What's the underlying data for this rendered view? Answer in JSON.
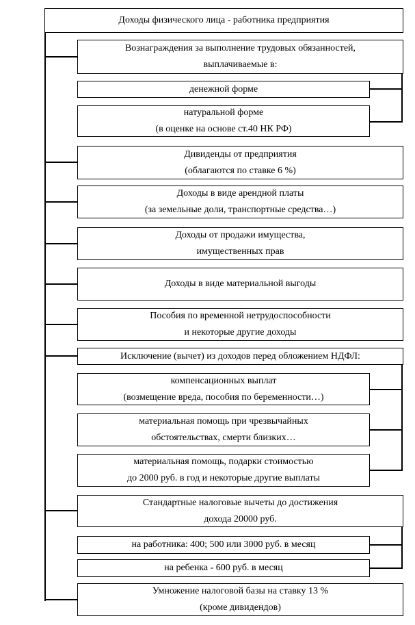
{
  "diagram": {
    "title": "Доходы физического лица - работника предприятия",
    "colors": {
      "line": "#000000",
      "background": "#ffffff",
      "text": "#000000"
    },
    "boxes": [
      {
        "name": "personal-income",
        "lines": [
          "Доходы физического лица - работника предприятия"
        ]
      },
      {
        "name": "remuneration",
        "lines": [
          "Вознаграждения за выполнение трудовых обязанностей,",
          "выплачиваемые в:"
        ]
      },
      {
        "name": "cash-form",
        "lines": [
          "денежной форме"
        ]
      },
      {
        "name": "in-kind-form",
        "lines": [
          "натуральной форме",
          "(в оценке на основе ст.40 НК РФ)"
        ]
      },
      {
        "name": "dividends",
        "lines": [
          "Дивиденды от предприятия",
          "(облагаются по ставке 6 %)"
        ]
      },
      {
        "name": "rent-income",
        "lines": [
          "Доходы в виде арендной платы",
          "(за земельные доли, транспортные средства…)"
        ]
      },
      {
        "name": "property-sale",
        "lines": [
          "Доходы от продажи имущества,",
          "имущественных прав"
        ]
      },
      {
        "name": "material-benefit",
        "lines": [
          "Доходы в виде материальной выгоды"
        ]
      },
      {
        "name": "disability-benefit",
        "lines": [
          "Пособия по временной нетрудоспособности",
          "и некоторые другие доходы"
        ]
      },
      {
        "name": "exclusion-deduction",
        "lines": [
          "Исключение (вычет) из доходов перед обложением НДФЛ:"
        ]
      },
      {
        "name": "compensation-payments",
        "lines": [
          "компенсационных выплат",
          "(возмещение вреда, пособия по беременности…)"
        ]
      },
      {
        "name": "emergency-aid",
        "lines": [
          "материальная помощь при чрезвычайных",
          "обстоятельствах, смерти близких…"
        ]
      },
      {
        "name": "gifts-aid",
        "lines": [
          "материальная помощь, подарки стоимостью",
          "до 2000 руб. в год и некоторые другие выплаты"
        ]
      },
      {
        "name": "standard-deductions",
        "lines": [
          "Стандартные налоговые вычеты до достижения",
          "дохода 20000 руб."
        ]
      },
      {
        "name": "employee-deduction",
        "lines": [
          "на работника: 400; 500 или 3000 руб. в месяц"
        ]
      },
      {
        "name": "child-deduction",
        "lines": [
          "на ребенка - 600 руб. в месяц"
        ]
      },
      {
        "name": "tax-rate",
        "lines": [
          "Умножение налоговой базы на ставку 13 %",
          "(кроме дивидендов)"
        ]
      }
    ]
  }
}
